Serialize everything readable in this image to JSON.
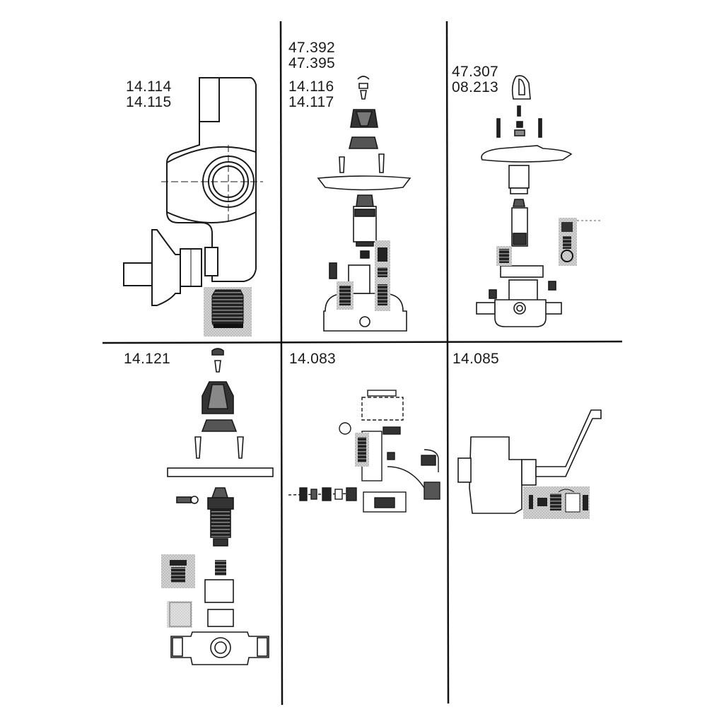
{
  "panels": [
    {
      "id": "p1",
      "codes": [
        "14.114",
        "14.115"
      ]
    },
    {
      "id": "p2",
      "codes": [
        "47.392",
        "47.395"
      ],
      "sub_codes": [
        "14.116",
        "14.117"
      ]
    },
    {
      "id": "p3",
      "codes": [
        "47.307",
        "08.213"
      ]
    },
    {
      "id": "p4",
      "codes": [
        "14.121"
      ]
    },
    {
      "id": "p5",
      "codes": [
        "14.083"
      ]
    },
    {
      "id": "p6",
      "codes": [
        "14.085"
      ]
    }
  ],
  "colors": {
    "ink": "#1a1a1a",
    "shade": "#c8c8c8",
    "paper": "#ffffff"
  }
}
